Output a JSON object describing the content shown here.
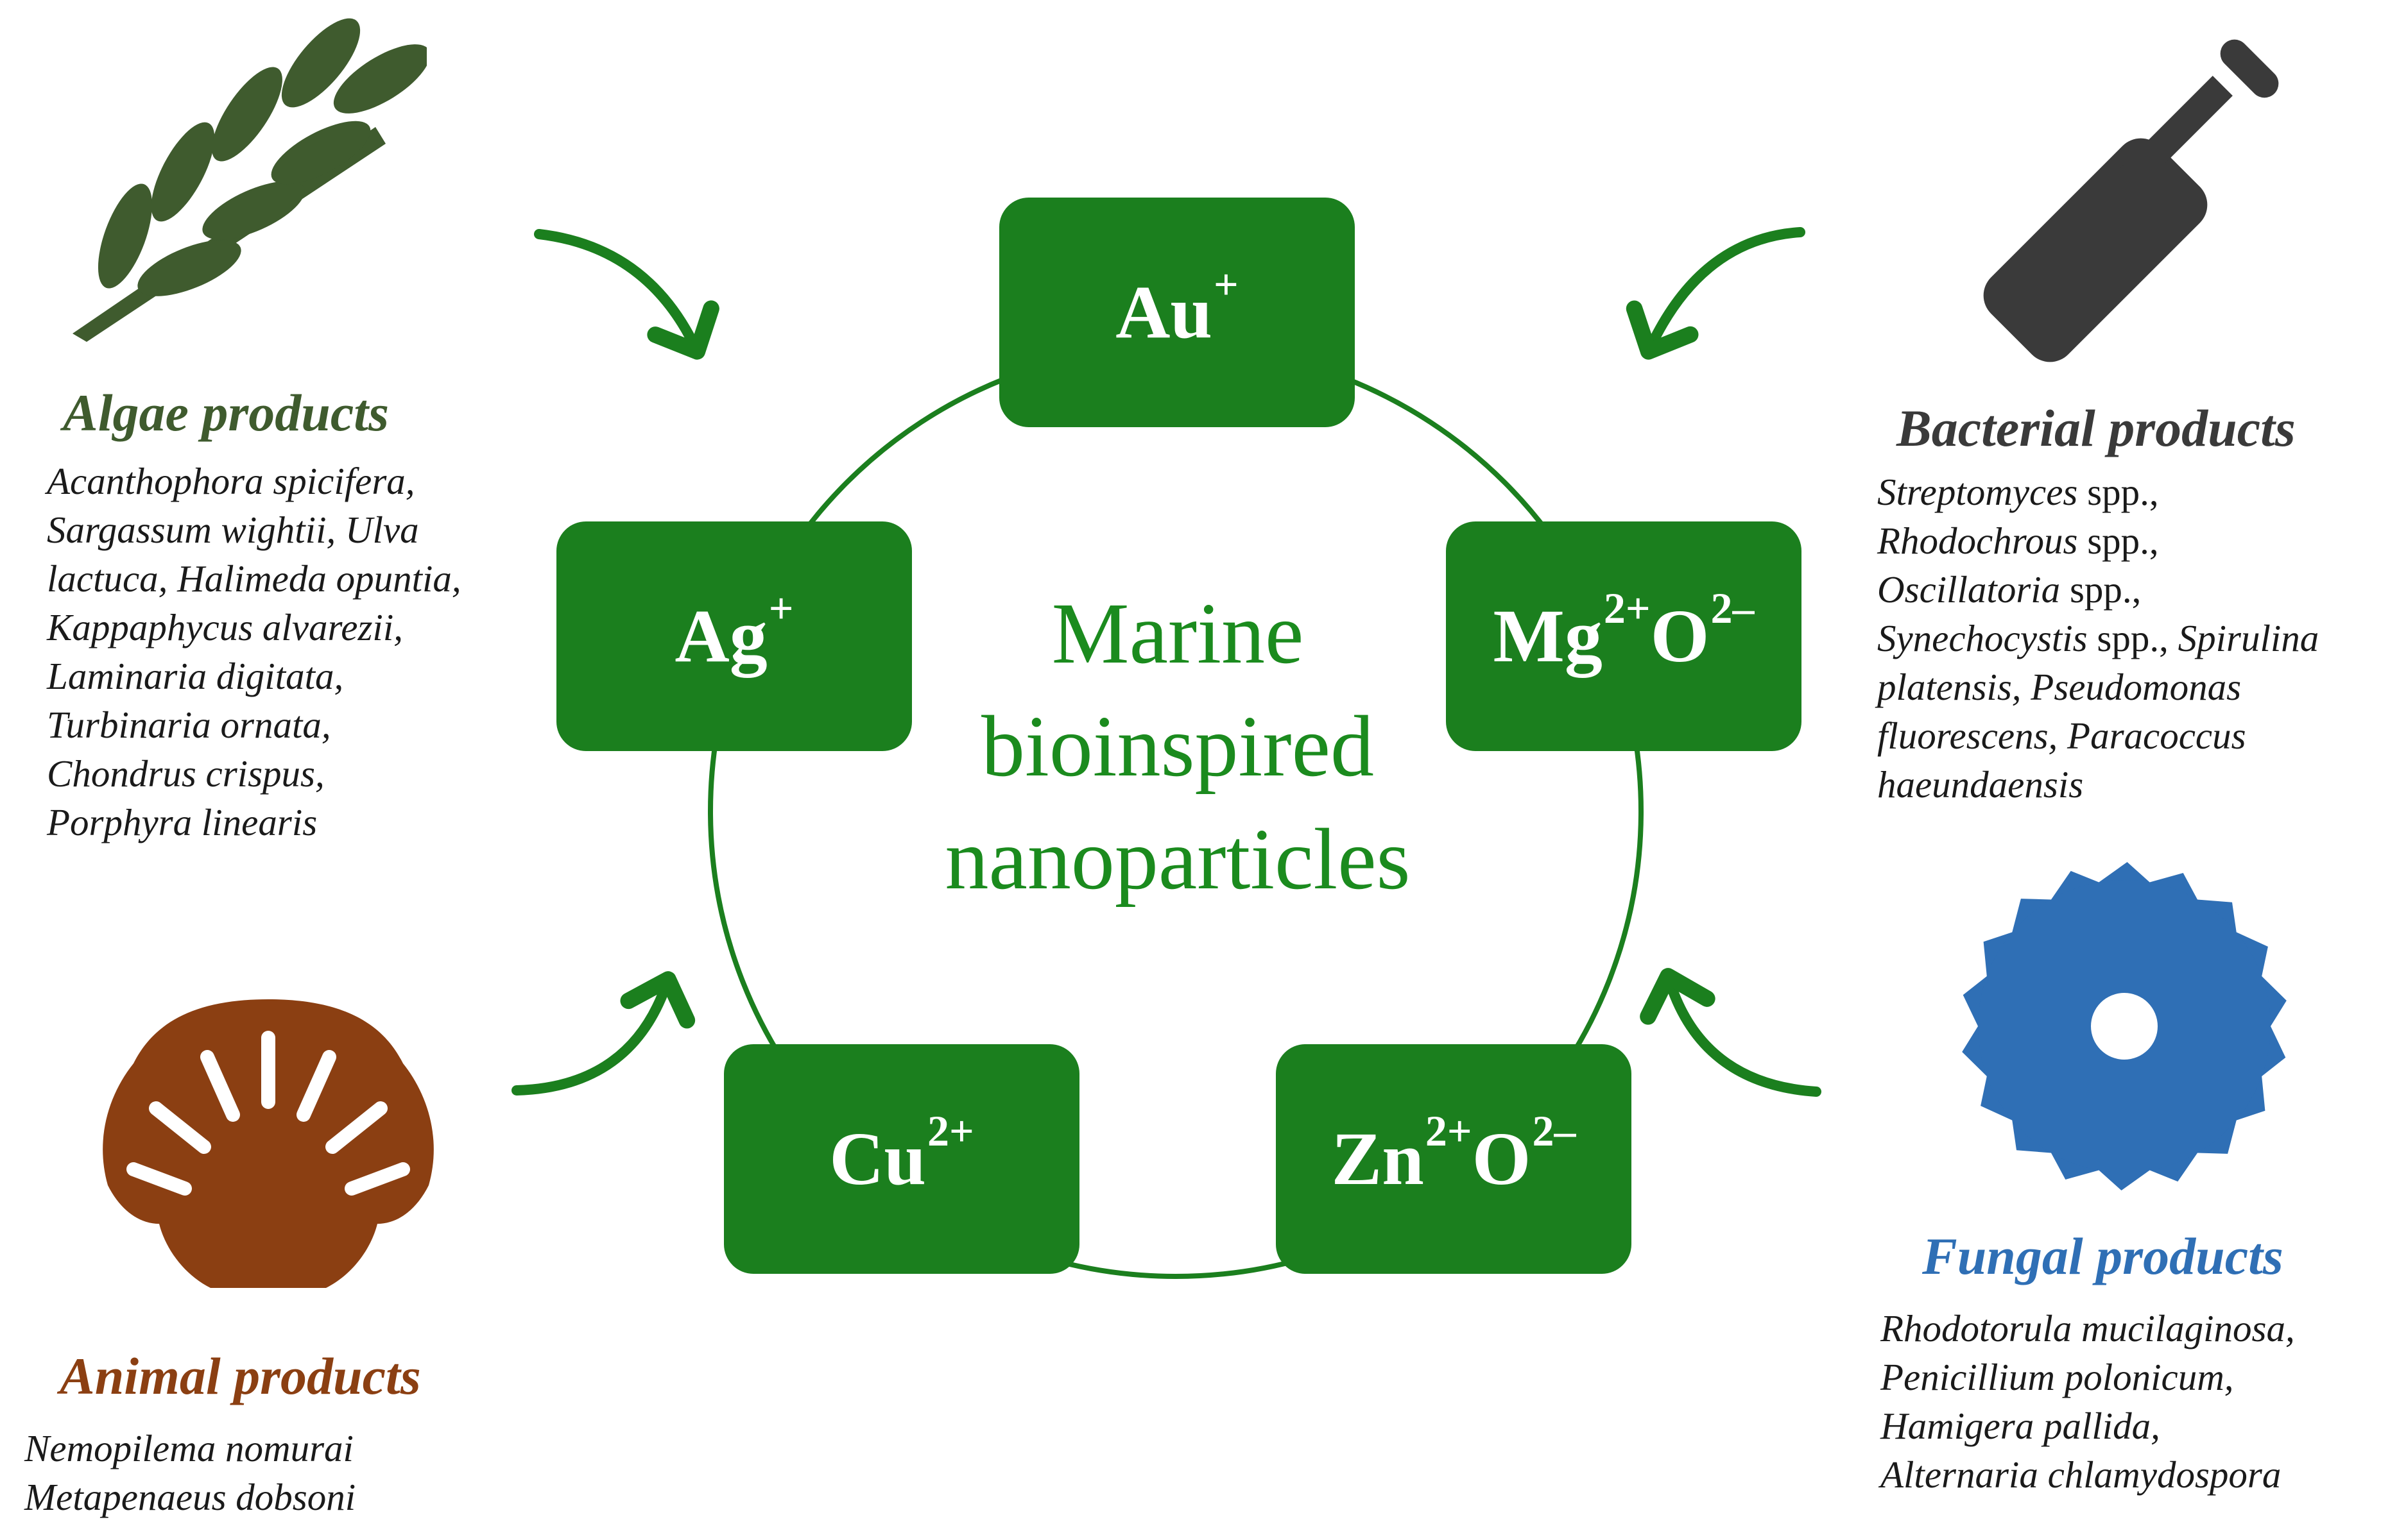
{
  "colors": {
    "box": "#1b7f1e",
    "ring": "#1b7f1e",
    "center_text": "#1b8b1e",
    "algae": "#3f5b2e",
    "bacterial": "#3a3a3a",
    "animal": "#8b3f12",
    "fungal": "#2f6fb5"
  },
  "center": {
    "line1": "Marine",
    "line2": "bioinspired",
    "line3": "nanoparticles"
  },
  "boxes": {
    "au": {
      "base": "Au",
      "sup": "+"
    },
    "ag": {
      "base": "Ag",
      "sup": "+"
    },
    "mg": {
      "base1": "Mg",
      "sup1": "2+",
      "base2": "O",
      "sup2": "2–"
    },
    "cu": {
      "base": "Cu",
      "sup": "2+"
    },
    "zn": {
      "base1": "Zn",
      "sup1": "2+",
      "base2": "O",
      "sup2": "2–"
    }
  },
  "algae": {
    "icon": "leaf-branch-icon",
    "title": "Algae products",
    "lines": [
      "Acanthophora spicifera,",
      "Sargassum wightii, Ulva",
      "lactuca, Halimeda opuntia,",
      "Kappaphycus alvarezii,",
      "Laminaria digitata,",
      "Turbinaria ornata,",
      "Chondrus crispus,",
      "Porphyra linearis"
    ]
  },
  "bacterial": {
    "icon": "bacterium-rod-icon",
    "title": "Bacterial products",
    "line1_a": "Streptomyces",
    "line1_b": " spp.,",
    "line2_a": "Rhodochrous",
    "line2_b": " spp.,",
    "line3_a": "Oscillatoria",
    "line3_b": " spp.,",
    "line4_a": "Synechocystis",
    "line4_b": " spp., ",
    "line4_c": "Spirulina",
    "line5": "platensis, Pseudomonas",
    "line6": "fluorescens,  Paracoccus",
    "line7": "haeundaensis"
  },
  "animal": {
    "icon": "shell-icon",
    "title": "Animal products",
    "lines": [
      "Nemopilema nomurai",
      "Metapenaeus dobsoni"
    ]
  },
  "fungal": {
    "icon": "fungal-spore-icon",
    "title": "Fungal products",
    "lines": [
      "Rhodotorula mucilaginosa,",
      "Penicillium polonicum,",
      "Hamigera pallida,",
      "Alternaria chlamydospora"
    ]
  }
}
